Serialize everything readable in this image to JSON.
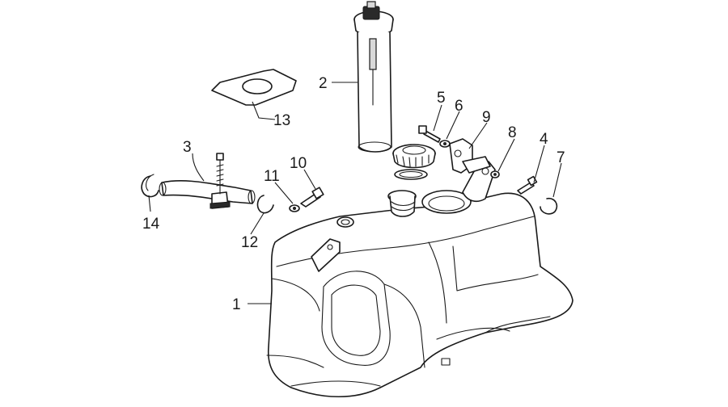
{
  "callouts": [
    {
      "id": "1",
      "label": "1"
    },
    {
      "id": "2",
      "label": "2"
    },
    {
      "id": "3",
      "label": "3"
    },
    {
      "id": "4",
      "label": "4"
    },
    {
      "id": "5",
      "label": "5"
    },
    {
      "id": "6",
      "label": "6"
    },
    {
      "id": "7",
      "label": "7"
    },
    {
      "id": "8",
      "label": "8"
    },
    {
      "id": "9",
      "label": "9"
    },
    {
      "id": "10",
      "label": "10"
    },
    {
      "id": "11",
      "label": "11"
    },
    {
      "id": "12",
      "label": "12"
    },
    {
      "id": "13",
      "label": "13"
    },
    {
      "id": "14",
      "label": "14"
    }
  ],
  "colors": {
    "line": "#1a1a1a",
    "background": "#ffffff",
    "shade": "#d9d9d9"
  }
}
